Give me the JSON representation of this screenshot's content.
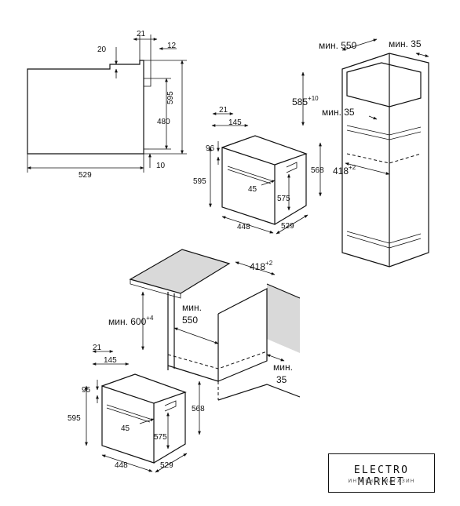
{
  "diagram": {
    "side_view": {
      "labels": {
        "d21": "21",
        "d12": "12",
        "d20": "20",
        "d595": "595",
        "d480": "480",
        "d10": "10",
        "d529": "529"
      }
    },
    "oven_top": {
      "labels": {
        "d21": "21",
        "d145": "145",
        "d96": "96",
        "d595": "595",
        "d568": "568",
        "d45": "45",
        "d575": "575",
        "d448": "448",
        "d529": "529"
      }
    },
    "column_cabinet": {
      "labels": {
        "min550": "мин. 550",
        "min35_top": "мин. 35",
        "d585": "585",
        "d585_sup": "+10",
        "min35_mid": "мин. 35",
        "d418": "418",
        "d418_sup": "+2"
      }
    },
    "undercounter": {
      "labels": {
        "d418": "418",
        "d418_sup": "+2",
        "min600": "мин. 600",
        "min600_sup": "+4",
        "min550_a": "мин.",
        "min550_b": "550",
        "min35_a": "мин.",
        "min35_b": "35"
      }
    },
    "oven_bottom": {
      "labels": {
        "d21": "21",
        "d145": "145",
        "d96": "96",
        "d595": "595",
        "d568": "568",
        "d45": "45",
        "d575": "575",
        "d448": "448",
        "d529": "529"
      }
    }
  },
  "watermark": {
    "brand": "ELECTRO MARKET",
    "tagline": "ИНТЕРНЕТ МАГАЗИН"
  }
}
